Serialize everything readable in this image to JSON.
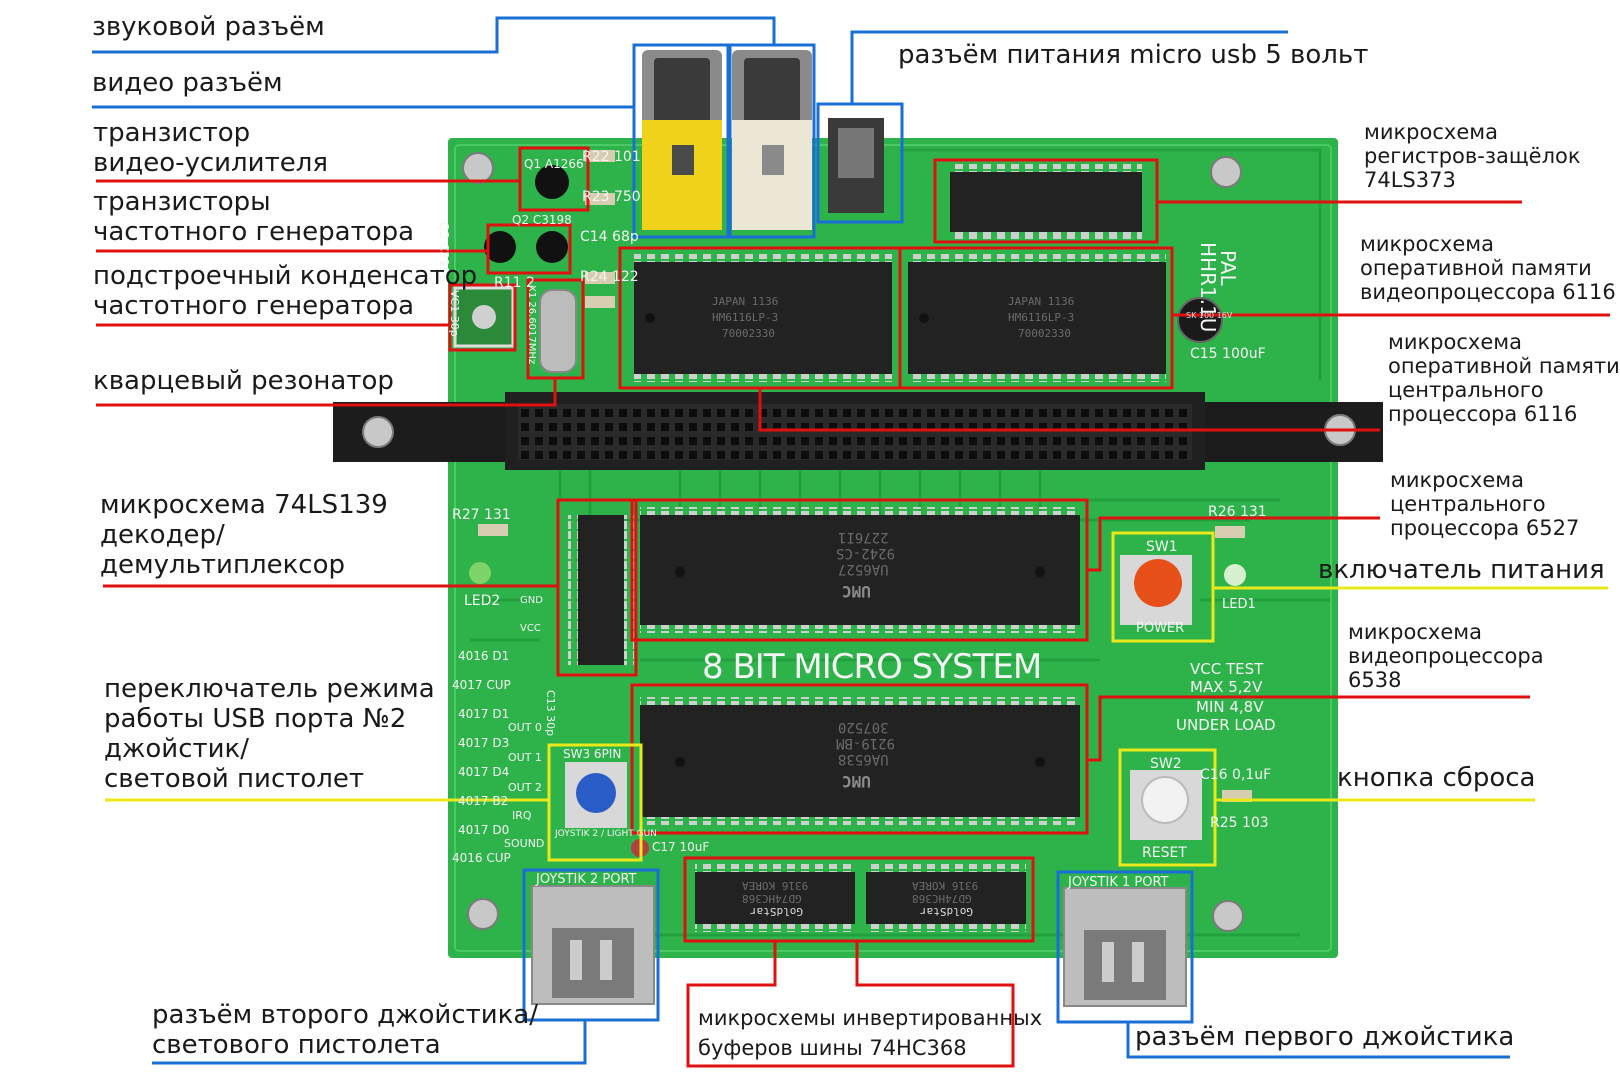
{
  "labels": {
    "audio_jack": [
      "звуковой разъём"
    ],
    "video_jack": [
      "видео разъём"
    ],
    "video_amp_transistor": [
      "транзистор",
      "видео-усилителя"
    ],
    "osc_transistors": [
      "транзисторы",
      "частотного генератора"
    ],
    "trimmer_cap": [
      "подстроечный конденсатор",
      "частотного генератора"
    ],
    "crystal": [
      "кварцевый резонатор"
    ],
    "decoder_74ls139": [
      "микросхема 74LS139",
      "декодер/",
      "демультиплексор"
    ],
    "usb2_mode_switch": [
      "переключатель режима",
      "работы USB порта №2",
      "джойстик/",
      "световой пистолет"
    ],
    "joy2_port": [
      "разъём второго джойстика/",
      "светового пистолета"
    ],
    "bus_buffers": [
      "микросхемы инвертированных",
      "буферов шины 74HC368"
    ],
    "joy1_port": [
      "разъём первого джойстика"
    ],
    "micro_usb_power": [
      "разъём питания micro usb 5 вольт"
    ],
    "latch_74ls373": [
      "микросхема",
      "регистров-защёлок",
      "74LS373"
    ],
    "video_ram_6116": [
      "микросхема",
      "оперативной памяти",
      "видеопроцессора 6116"
    ],
    "cpu_ram_6116": [
      "микросхема",
      "оперативной памяти",
      "центрального",
      "процессора 6116"
    ],
    "cpu_6527": [
      "микросхема",
      "центрального",
      "процессора 6527"
    ],
    "power_switch": [
      "включатель питания"
    ],
    "video_proc_6538": [
      "микросхема",
      "видеопроцессора",
      "6538"
    ],
    "reset_button": [
      "кнопка сброса"
    ]
  },
  "board": {
    "title": "8 BIT MICRO SYSTEM",
    "version": "HHR1.1U",
    "standard": "PAL",
    "silkscreen": {
      "q1": "Q1 A1266",
      "r22": "R22 101",
      "r23": "R23 750",
      "q2": "Q2 C3198",
      "c14": "C14 68p",
      "q3": "Q3 C3198",
      "r11": "R11 2",
      "r24": "R24 122",
      "x1": "X1 26.6017MHz",
      "vc1": "VC1 30p",
      "r27": "R27 131",
      "led2": "LED2",
      "gnd": "GND",
      "vcc": "VCC",
      "pins_left": [
        "4016 D1",
        "4017 CUP",
        "4017 D1",
        "4017 D3",
        "4017 D4",
        "4017 B2",
        "4017 D0",
        "4016 CUP"
      ],
      "out0": "OUT 0",
      "out1": "OUT 1",
      "out2": "OUT 2",
      "irq": "IRQ",
      "sound": "SOUND",
      "c13": "C13 30p",
      "sw3": "SW3 6PIN",
      "sw3_mode": "JOYSTIK 2 / LIGHT GUN",
      "c17": "C17 10uF",
      "joy2": "JOYSTIK 2 PORT",
      "joy1": "JOYSTIK 1 PORT",
      "r26": "R26 131",
      "sw1": "SW1",
      "power": "POWER",
      "led1": "LED1",
      "vcc_test": "VCC TEST",
      "max": "MAX 5,2V",
      "min": "MIN 4,8V",
      "under_load": "UNDER LOAD",
      "sw2": "SW2",
      "c16": "C16 0,1uF",
      "r25": "R25 103",
      "reset": "RESET",
      "c15": "C15 100uF",
      "cap_marking": "SK 100 16V"
    },
    "chips": {
      "ram1": [
        "JAPAN 1136",
        "HM6116LP-3",
        "70002330"
      ],
      "ram2": [
        "JAPAN 1136",
        "HM6116LP-3",
        "70002330"
      ],
      "cpu": [
        "UMC",
        "UA6527",
        "9242-CS",
        "2276I1"
      ],
      "ppu": [
        "UMC",
        "UA6538",
        "9219-BM",
        "307520"
      ],
      "buf1": [
        "GoldStar",
        "GD74HC368",
        "9316 KOREA"
      ],
      "buf2": [
        "GoldStar",
        "GD74HC368",
        "9316 KOREA"
      ]
    }
  },
  "colors": {
    "pcb": "#2eb34a",
    "pcb_dark": "#1f8f36",
    "red_box": "#e01010",
    "blue_box": "#1a6fd6",
    "yellow_box": "#e8e81a"
  }
}
